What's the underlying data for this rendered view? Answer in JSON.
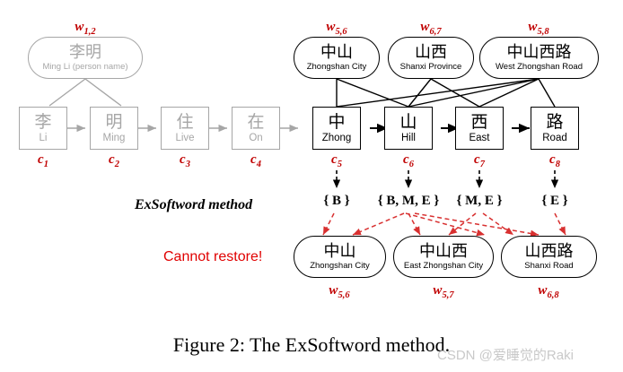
{
  "figure": {
    "caption": "Figure 2: The ExSoftword method.",
    "watermark": "CSDN @爱睡觉的Raki"
  },
  "annotations": {
    "method_label": "ExSoftword method",
    "warning_label": "Cannot restore!"
  },
  "colors": {
    "red": "#c00000",
    "warn_red": "#e00000",
    "dim_gray": "#a6a6a6",
    "black": "#000000",
    "watermark_gray": "#c9c9c9"
  },
  "sentence": {
    "chars": [
      {
        "cn": "李",
        "en": "Li",
        "index": "c",
        "sub": "1",
        "active": false
      },
      {
        "cn": "明",
        "en": "Ming",
        "index": "c",
        "sub": "2",
        "active": false
      },
      {
        "cn": "住",
        "en": "Live",
        "index": "c",
        "sub": "3",
        "active": false
      },
      {
        "cn": "在",
        "en": "On",
        "index": "c",
        "sub": "4",
        "active": false
      },
      {
        "cn": "中",
        "en": "Zhong",
        "index": "c",
        "sub": "5",
        "active": true
      },
      {
        "cn": "山",
        "en": "Hill",
        "index": "c",
        "sub": "6",
        "active": true
      },
      {
        "cn": "西",
        "en": "East",
        "index": "c",
        "sub": "7",
        "active": true
      },
      {
        "cn": "路",
        "en": "Road",
        "index": "c",
        "sub": "8",
        "active": true
      }
    ]
  },
  "lexicon_top": [
    {
      "cn": "李明",
      "en": "Ming Li (person name)",
      "w": "w",
      "sub": "1,2",
      "active": false
    },
    {
      "cn": "中山",
      "en": "Zhongshan City",
      "w": "w",
      "sub": "5,6",
      "active": true
    },
    {
      "cn": "山西",
      "en": "Shanxi Province",
      "w": "w",
      "sub": "6,7",
      "active": true
    },
    {
      "cn": "中山西路",
      "en": "West Zhongshan Road",
      "w": "w",
      "sub": "5,8",
      "active": true
    }
  ],
  "tagsets": [
    {
      "text": "{ B }",
      "for": "c5"
    },
    {
      "text": "{ B, M, E }",
      "for": "c6"
    },
    {
      "text": "{ M, E }",
      "for": "c7"
    },
    {
      "text": "{ E }",
      "for": "c8"
    }
  ],
  "lexicon_bottom": [
    {
      "cn": "中山",
      "en": "Zhongshan City",
      "w": "w",
      "sub": "5,6"
    },
    {
      "cn": "中山西",
      "en": "East Zhongshan City",
      "w": "w",
      "sub": "5,7"
    },
    {
      "cn": "山西路",
      "en": "Shanxi Road",
      "w": "w",
      "sub": "6,8"
    }
  ]
}
